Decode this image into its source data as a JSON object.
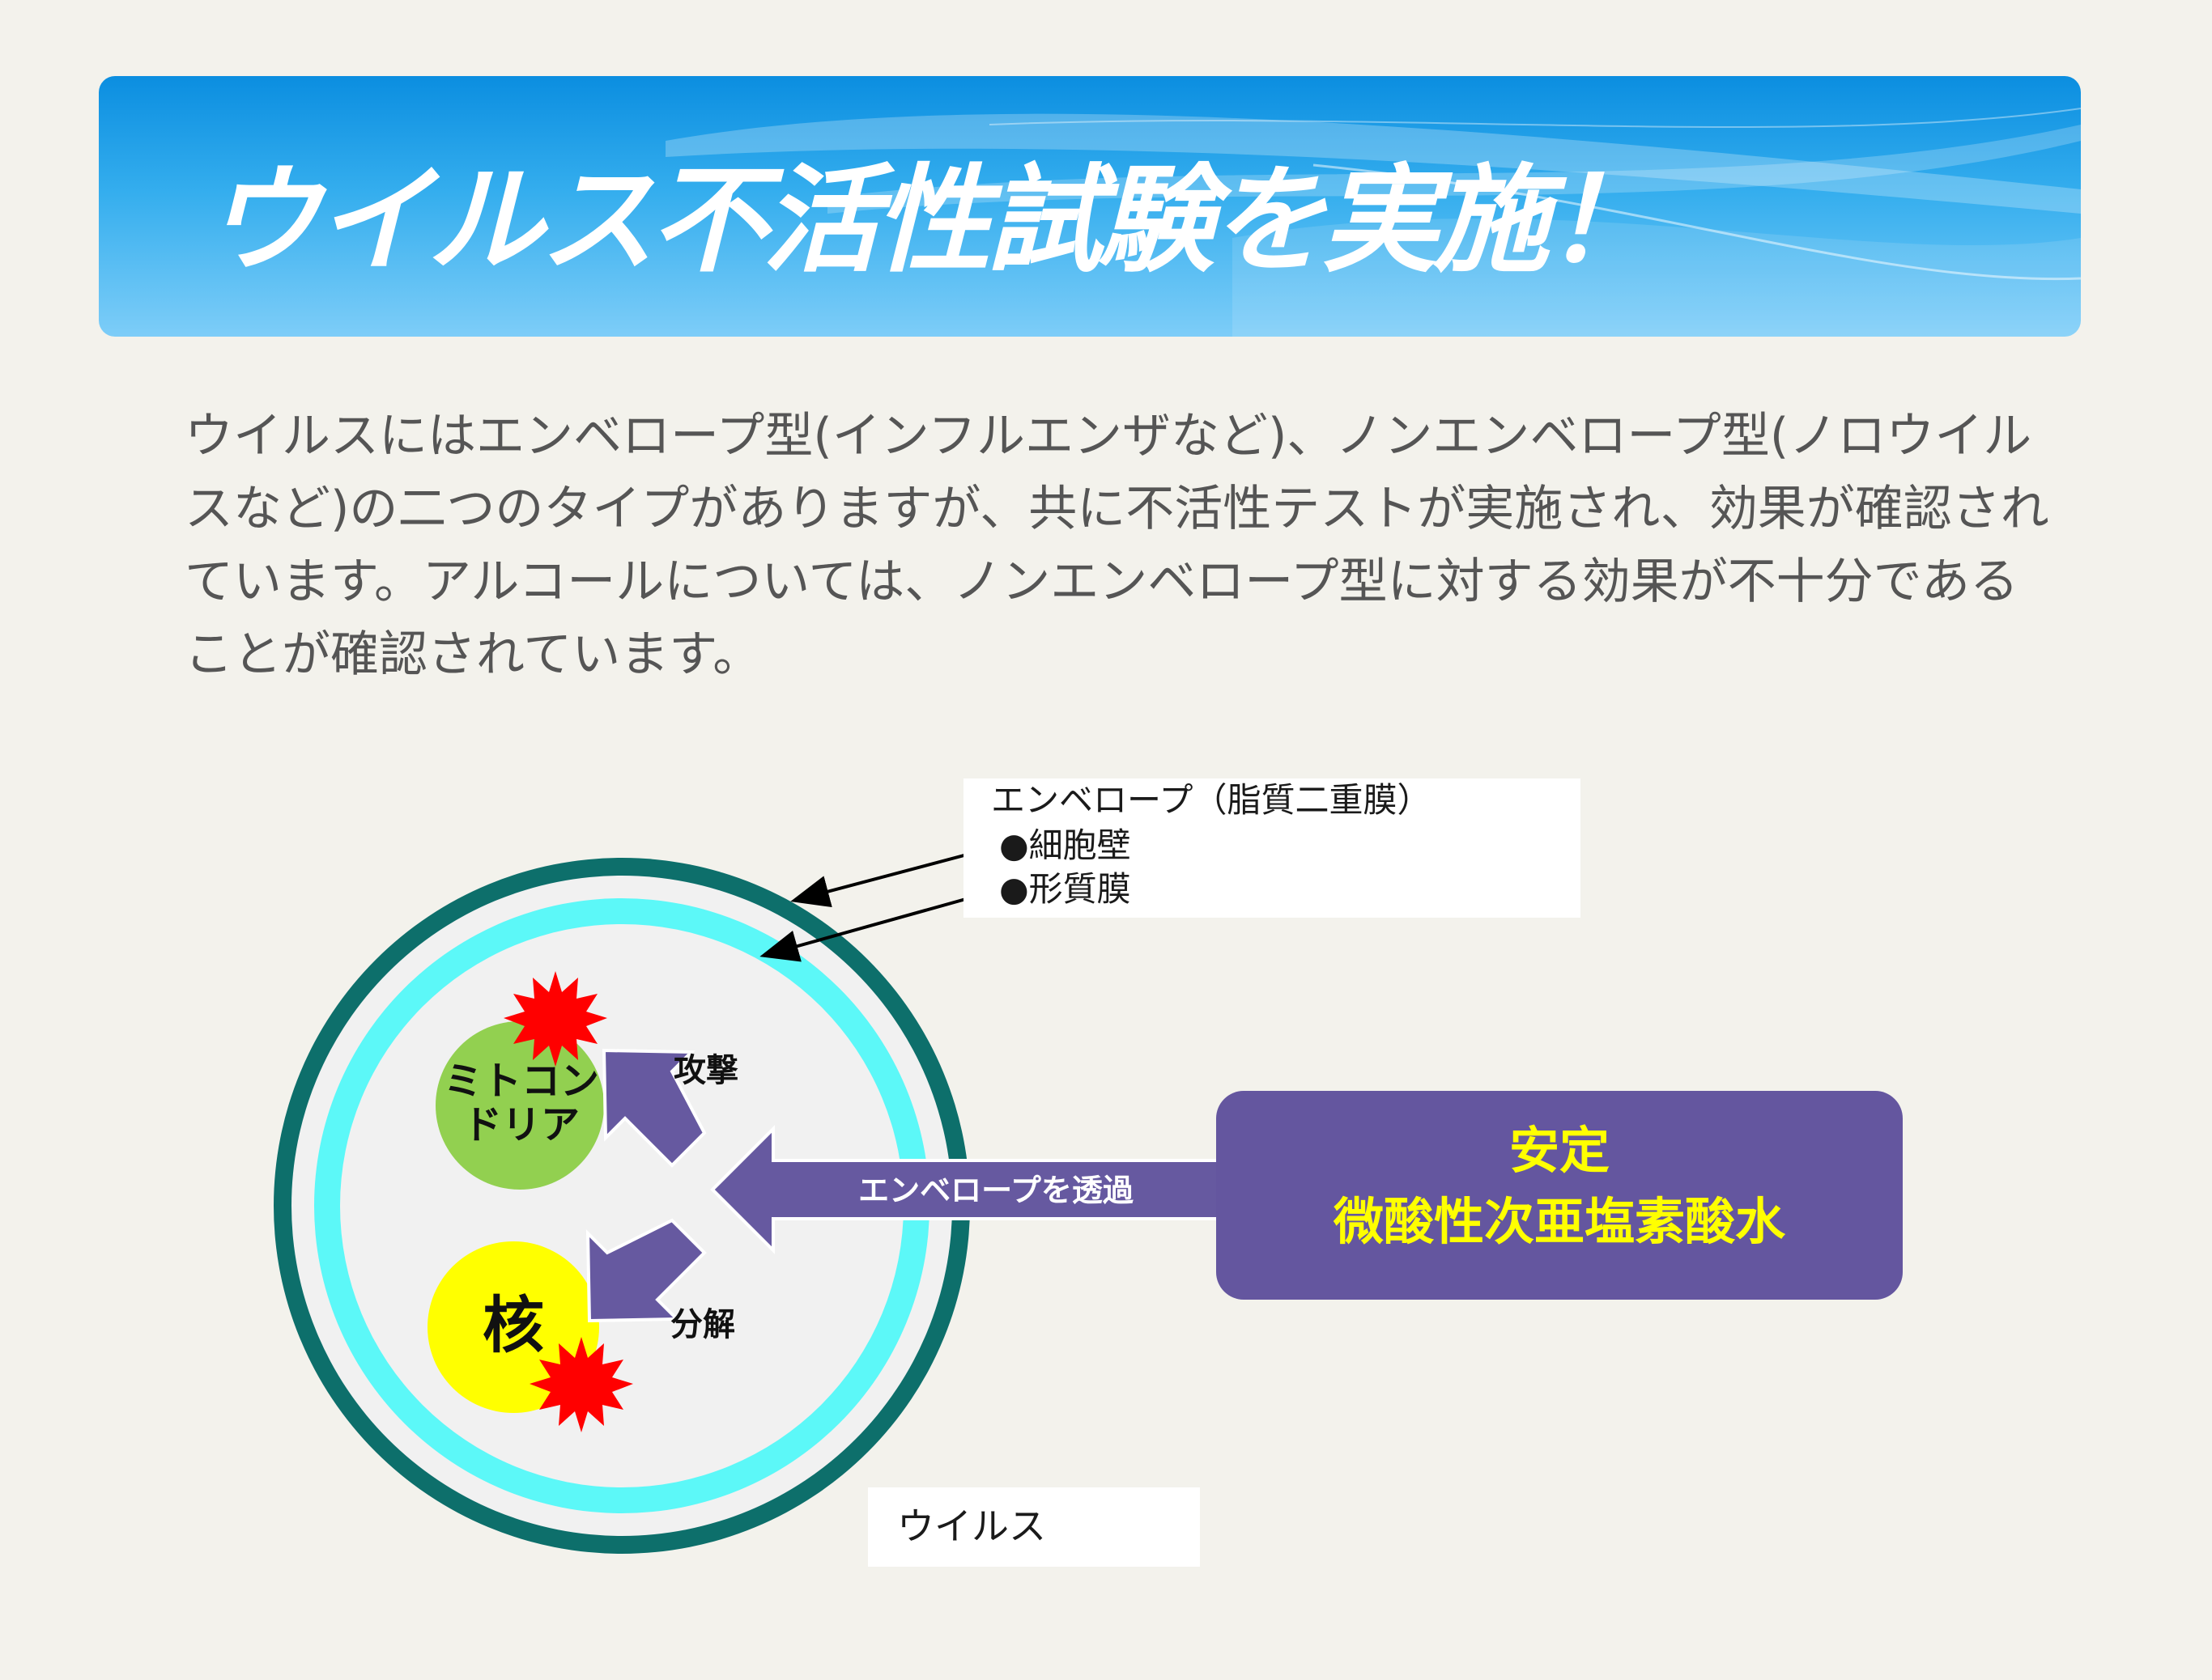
{
  "banner": {
    "title": "ウイルス不活性試験を実施！"
  },
  "intro": {
    "text": "ウイルスにはエンベロープ型(インフルエンザなど)、ノンエンベロープ型(ノロウイルスなど)の二つのタイプがありますが、共に不活性テストが実施され、効果が確認されています。アルコールについては、ノンエンベロープ型に対する効果が不十分であることが確認されています。"
  },
  "diagram": {
    "envelope_label": "エンベロープ（脂質二重膜）",
    "envelope_items": [
      "●細胞壁",
      "●形質膜"
    ],
    "virus_label": "ウイルス",
    "mitochondria_label_line1": "ミトコン",
    "mitochondria_label_line2": "ドリア",
    "nucleus_label": "核",
    "attack_label": "攻撃",
    "decompose_label": "分解",
    "arrow_label": "エンベロープを透過",
    "solution_line1": "安定",
    "solution_line2": "微酸性次亜塩素酸水"
  },
  "colors": {
    "outer_ring": "#0d6f6b",
    "inner_ring": "#5cf8f8",
    "virus_fill": "#f1f1f1",
    "mitochondria": "#92d050",
    "nucleus": "#ffff00",
    "burst": "#ff0000",
    "arrow": "#6659a0",
    "solution_text": "#ffff00",
    "banner_top": "#0b8ee0",
    "banner_bottom": "#7dcdf8"
  }
}
